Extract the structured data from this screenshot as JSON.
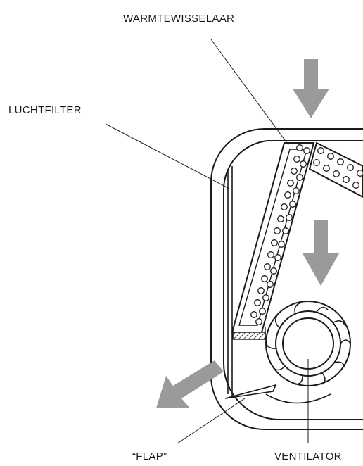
{
  "labels": {
    "heat_exchanger": "WARMTEWISSELAAR",
    "air_filter": "LUCHTFILTER",
    "flap": "“FLAP”",
    "fan": "VENTILATOR"
  },
  "colors": {
    "stroke": "#1a1a1a",
    "arrow": "#9a9a9a",
    "background": "#ffffff"
  }
}
